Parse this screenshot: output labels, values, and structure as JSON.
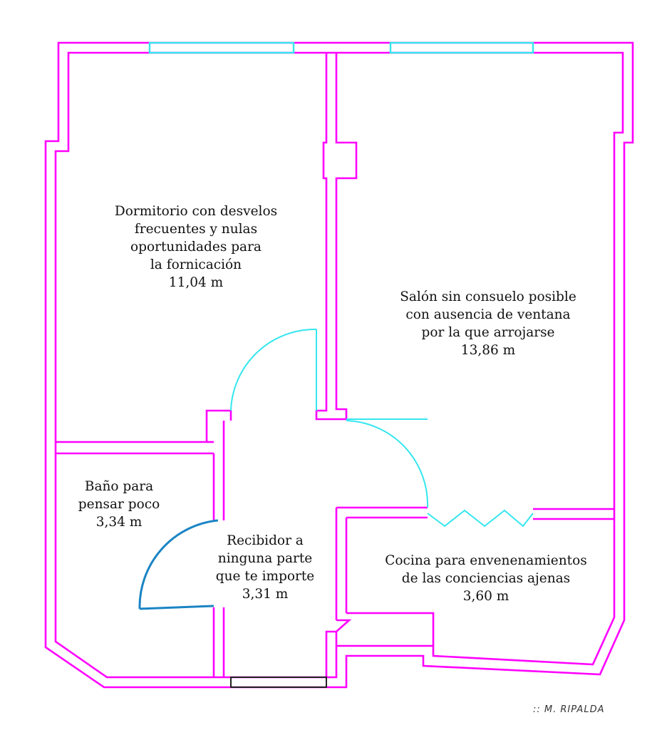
{
  "rooms": {
    "dormitorio": {
      "lines": [
        "Dormitorio con desvelos",
        "frecuentes y nulas",
        "oportunidades para",
        "la fornicación"
      ],
      "area": "11,04 m"
    },
    "salon": {
      "lines": [
        "Salón sin consuelo posible",
        "con ausencia de ventana",
        "por la que arrojarse"
      ],
      "area": "13,86 m"
    },
    "bano": {
      "lines": [
        "Baño para",
        "pensar poco"
      ],
      "area": "3,34 m"
    },
    "recibidor": {
      "lines": [
        "Recibidor a",
        "ninguna parte",
        "que te importe"
      ],
      "area": "3,31 m"
    },
    "cocina": {
      "lines": [
        "Cocina para envenenamientos",
        "de las conciencias ajenas"
      ],
      "area": "3,60 m"
    }
  },
  "signature": ":: M. RIPALDA",
  "colors": {
    "wall": "#ff00ff",
    "wall_inner": "#f4a9f4",
    "window": "#33e6ee",
    "door_arc": "#33e6ee",
    "bathroom_door": "#1a84c4",
    "entrance": "#222222",
    "text": "#111111"
  }
}
